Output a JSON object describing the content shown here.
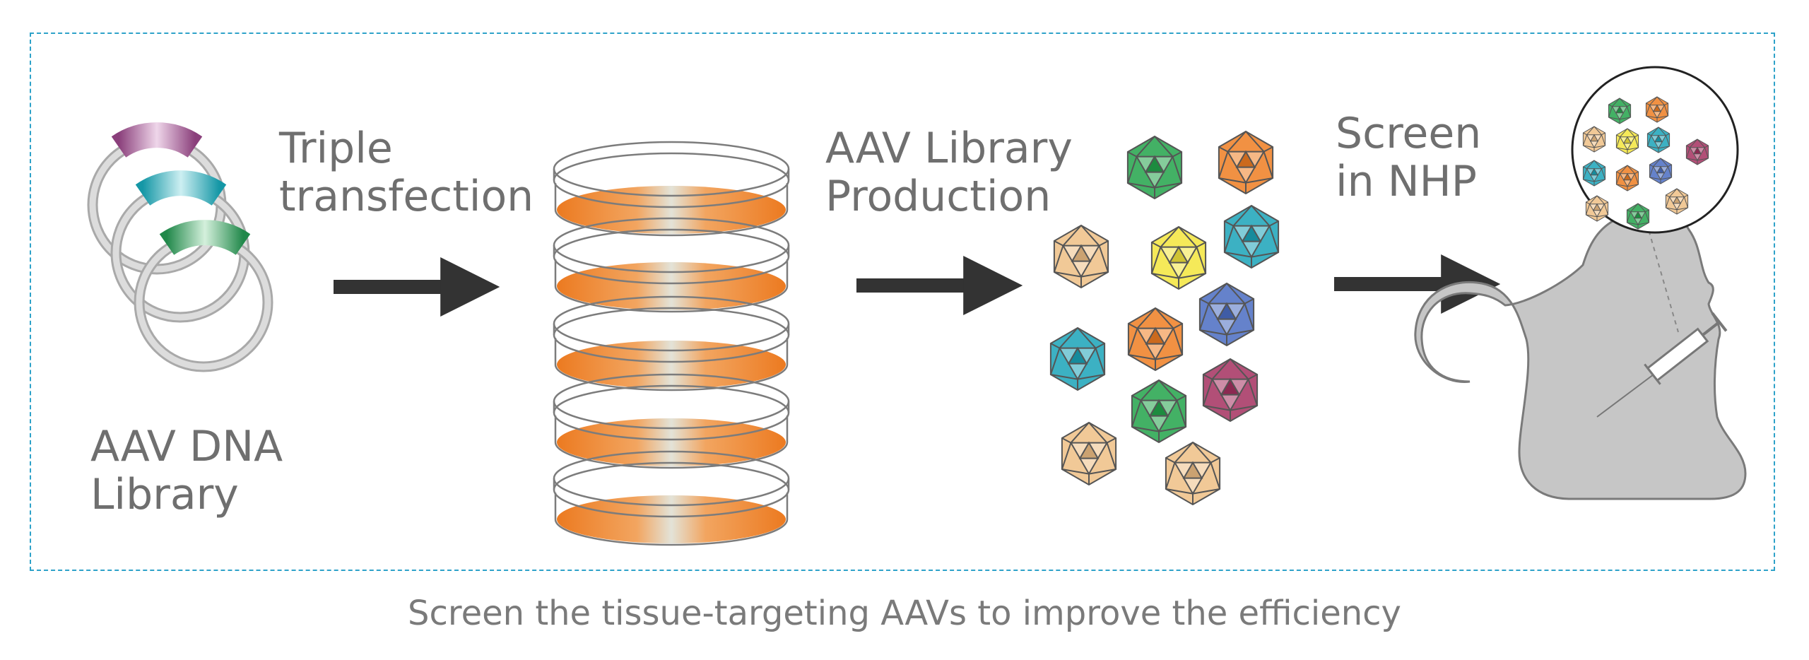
{
  "steps": [
    {
      "label": "Triple\ntransfection"
    },
    {
      "label": "AAV Library\nProduction"
    },
    {
      "label": "Screen\nin NHP"
    }
  ],
  "library_label": "AAV DNA\nLibrary",
  "caption": "Screen the tissue-targeting AAVs to improve the efficiency",
  "colors": {
    "frame": "#2ea2c9",
    "arrow": "#333333",
    "dish_fill": "#ef7d22",
    "plasmid_ring": "#c8c8c8",
    "insert_purple": "#9c4f8c",
    "insert_teal": "#1fa6b5",
    "insert_green": "#2d9e55",
    "monkey": "#c6c6c6",
    "capsid_green": "#22a34a",
    "capsid_orange": "#ef7d22",
    "capsid_teal": "#1aa3b8",
    "capsid_peach": "#efbf85",
    "capsid_yellow": "#f3e53c",
    "capsid_blue": "#4a6cc2",
    "capsid_magenta": "#a4305f"
  }
}
